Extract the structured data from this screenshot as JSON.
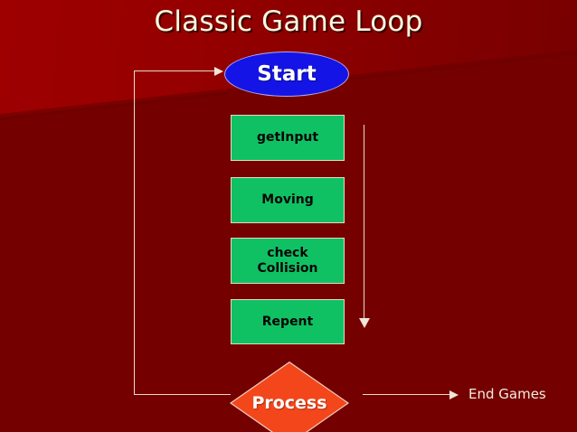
{
  "slide": {
    "title": "Classic Game Loop",
    "background_color": "#740000",
    "background_highlight_color": "#9e0000"
  },
  "nodes": {
    "start": {
      "label": "Start",
      "shape": "ellipse",
      "fill": "#1414e6",
      "border": "#b9a6e8",
      "text_color": "#ffffff"
    },
    "process_steps": [
      {
        "label": "getInput",
        "shape": "rect",
        "fill": "#10c164",
        "border": "#e8d9c0",
        "text_color": "#050505"
      },
      {
        "label": "Moving",
        "shape": "rect",
        "fill": "#10c164",
        "border": "#e8d9c0",
        "text_color": "#050505"
      },
      {
        "label": "check\nCollision",
        "shape": "rect",
        "fill": "#10c164",
        "border": "#e8d9c0",
        "text_color": "#050505"
      },
      {
        "label": "Repent",
        "shape": "rect",
        "fill": "#10c164",
        "border": "#e8d9c0",
        "text_color": "#050505"
      }
    ],
    "decision": {
      "label": "Process",
      "shape": "diamond",
      "fill": "#f4461b",
      "border": "#e8cfc0",
      "text_color": "#ffffff"
    },
    "terminator": {
      "label": "End Games",
      "text_color": "#f6ece0"
    }
  },
  "connectors": {
    "line_color": "#e9d9cc",
    "loop_back": "Process -> Start",
    "flow_down": "getInput -> Repent",
    "exit": "Process -> End Games"
  }
}
